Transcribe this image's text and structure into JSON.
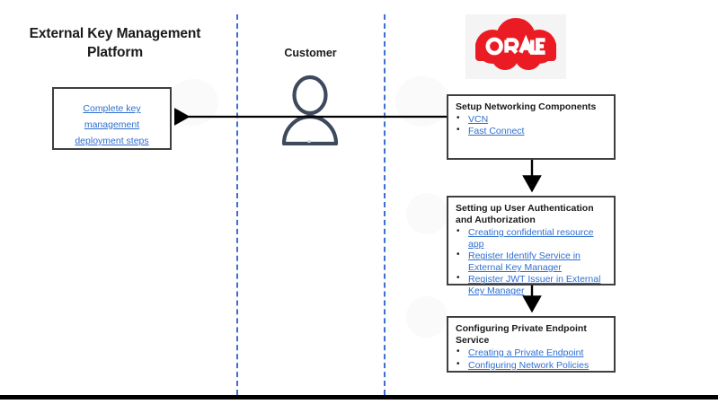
{
  "diagram": {
    "lanes": [
      {
        "name": "external-key-management-platform",
        "title": "External Key Management Platform"
      },
      {
        "name": "customer",
        "title": "Customer"
      },
      {
        "name": "oracle-cloud",
        "title": "ORACLE"
      }
    ],
    "platform_title": "External Key Management Platform",
    "customer_title": "Customer",
    "oracle_wordmark": "ORACLE",
    "colors": {
      "link": "#2f6fd0",
      "lane_divider": "#3d6fd0",
      "box_border": "#3f3f3f",
      "oracle_red": "#ea1b22",
      "person_outline": "#3d4a5c",
      "bottom_rule": "#000000"
    },
    "platform_box": {
      "name": "complete-key-management-deployment-steps",
      "links": [
        "Complete key management deployment steps"
      ]
    },
    "oracle_boxes": [
      {
        "name": "setup-networking-components",
        "heading": "Setup Networking Components",
        "items": [
          "VCN",
          "Fast Connect"
        ]
      },
      {
        "name": "setting-up-user-authentication-and-authorization",
        "heading": "Setting up User Authentication and Authorization",
        "items": [
          "Creating confidential resource app",
          "Register Identify Service in External Key Manager",
          "Register JWT Issuer in External Key Manager"
        ]
      },
      {
        "name": "configuring-private-endpoint-service",
        "heading": "Configuring Private Endpoint Service",
        "items": [
          "Creating a Private Endpoint",
          "Configuring Network Policies"
        ]
      }
    ],
    "connectors": [
      {
        "name": "customer-to-platform",
        "direction": "left"
      },
      {
        "name": "networking-to-authentication",
        "direction": "down"
      },
      {
        "name": "authentication-to-endpoint",
        "direction": "down"
      }
    ]
  }
}
